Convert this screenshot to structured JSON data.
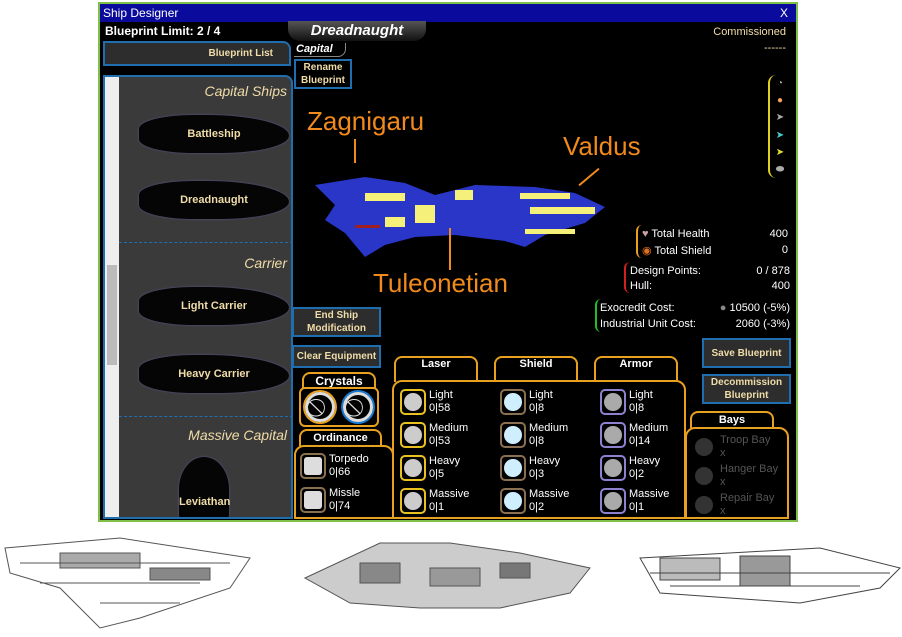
{
  "window": {
    "title": "Ship Designer",
    "close": "X"
  },
  "header": {
    "blueprint_limit": "Blueprint Limit: 2 / 4",
    "ship_name": "Dreadnaught",
    "ship_class": "Capital",
    "status": "Commissioned",
    "status_sub": "------"
  },
  "buttons": {
    "blueprint_list": "Blueprint List",
    "rename": "Rename Blueprint",
    "end_mod": "End Ship Modification",
    "clear": "Clear Equipment",
    "save": "Save Blueprint",
    "decommission": "Decommission Blueprint"
  },
  "sidebar": {
    "categories": [
      {
        "name": "Capital Ships",
        "ships": [
          "Battleship",
          "Dreadnaught"
        ]
      },
      {
        "name": "Carrier",
        "ships": [
          "Light Carrier",
          "Heavy Carrier"
        ]
      },
      {
        "name": "Massive Capital",
        "ships": [
          "Leviathan"
        ]
      }
    ]
  },
  "annotations": {
    "a": "Zagnigaru",
    "b": "Valdus",
    "c": "Tuleonetian"
  },
  "stats": {
    "health_label": "Total Health",
    "health": "400",
    "shield_label": "Total Shield",
    "shield": "0",
    "dp_label": "Design Points:",
    "dp": "0 / 878",
    "hull_label": "Hull:",
    "hull": "400",
    "exo_label": "Exocredit Cost:",
    "exo": "10500  (-5%)",
    "iu_label": "Industrial Unit Cost:",
    "iu": "2060  (-3%)"
  },
  "crystals": {
    "label": "Crystals"
  },
  "ordinance": {
    "label": "Ordinance",
    "items": [
      {
        "name": "Torpedo",
        "count": "0|66"
      },
      {
        "name": "Missle",
        "count": "0|74"
      }
    ]
  },
  "weapons": {
    "tabs": [
      "Laser",
      "Shield",
      "Armor"
    ],
    "laser": [
      {
        "name": "Light",
        "count": "0|58"
      },
      {
        "name": "Medium",
        "count": "0|53"
      },
      {
        "name": "Heavy",
        "count": "0|5"
      },
      {
        "name": "Massive",
        "count": "0|1"
      }
    ],
    "shield": [
      {
        "name": "Light",
        "count": "0|8"
      },
      {
        "name": "Medium",
        "count": "0|8"
      },
      {
        "name": "Heavy",
        "count": "0|3"
      },
      {
        "name": "Massive",
        "count": "0|2"
      }
    ],
    "armor": [
      {
        "name": "Light",
        "count": "0|8"
      },
      {
        "name": "Medium",
        "count": "0|14"
      },
      {
        "name": "Heavy",
        "count": "0|2"
      },
      {
        "name": "Massive",
        "count": "0|1"
      }
    ]
  },
  "bays": {
    "label": "Bays",
    "items": [
      {
        "name": "Troop Bay",
        "count": "x"
      },
      {
        "name": "Hanger Bay",
        "count": "x"
      },
      {
        "name": "Repair Bay",
        "count": "x"
      }
    ]
  },
  "colors": {
    "accent": "#e8a020",
    "annot": "#f08a1c",
    "hull": "#2a36c8",
    "trim": "#f5f07a"
  }
}
